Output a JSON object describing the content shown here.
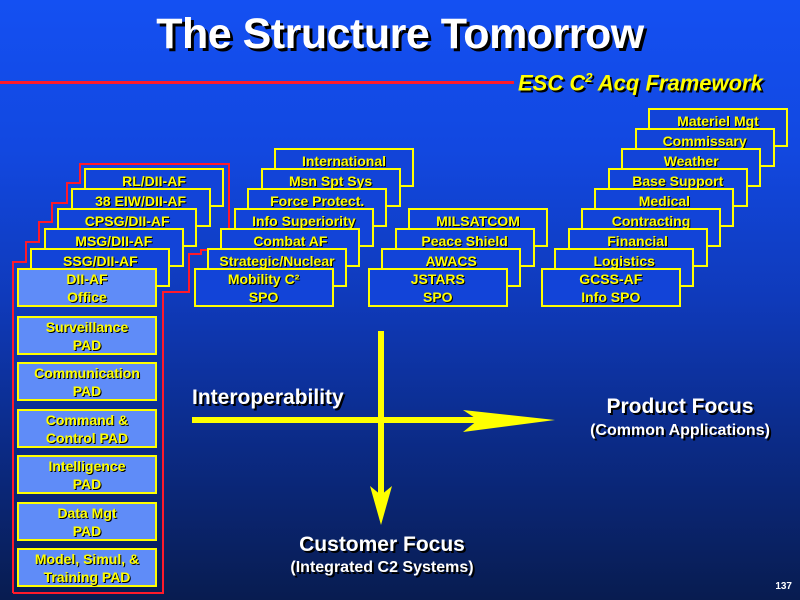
{
  "title": "The Structure Tomorrow",
  "subtitle": {
    "main": "ESC C",
    "sup": "2",
    "rest": " Acq Framework"
  },
  "colors": {
    "box_border": "#ffff00",
    "box_text": "#ffff00",
    "light_box": "#5f8cf8",
    "outline": "#ff1a2a",
    "arrow": "#ffff00"
  },
  "stacks": {
    "dii_af": [
      "RL/DII-AF",
      "38 EIW/DII-AF",
      "CPSG/DII-AF",
      "MSG/DII-AF",
      "SSG/DII-AF",
      "DII-AF|Office"
    ],
    "mobility": [
      "International",
      "Msn Spt Sys",
      "Force Protect.",
      "Info Superiority",
      "Combat AF",
      "Strategic/Nuclear",
      "Mobility C²|SPO"
    ],
    "jstars": [
      "MILSATCOM",
      "Peace Shield",
      "AWACS",
      "JSTARS|SPO"
    ],
    "gcss": [
      "Materiel Mgt",
      "Commissary",
      "Weather",
      "Base Support",
      "Medical",
      "Contracting",
      "Financial",
      "Logistics",
      "GCSS-AF|Info SPO"
    ]
  },
  "pads": [
    "Surveillance|PAD",
    "Communication|PAD",
    "Command &|Control PAD",
    "Intelligence|PAD",
    "Data Mgt|PAD",
    "Model, Simul, &|Training PAD"
  ],
  "axes": {
    "interoperability": "Interoperability",
    "product_focus": "Product Focus",
    "product_sub": "(Common Applications)",
    "customer_focus": "Customer Focus",
    "customer_sub": "(Integrated C2 Systems)"
  },
  "page_number": "137"
}
